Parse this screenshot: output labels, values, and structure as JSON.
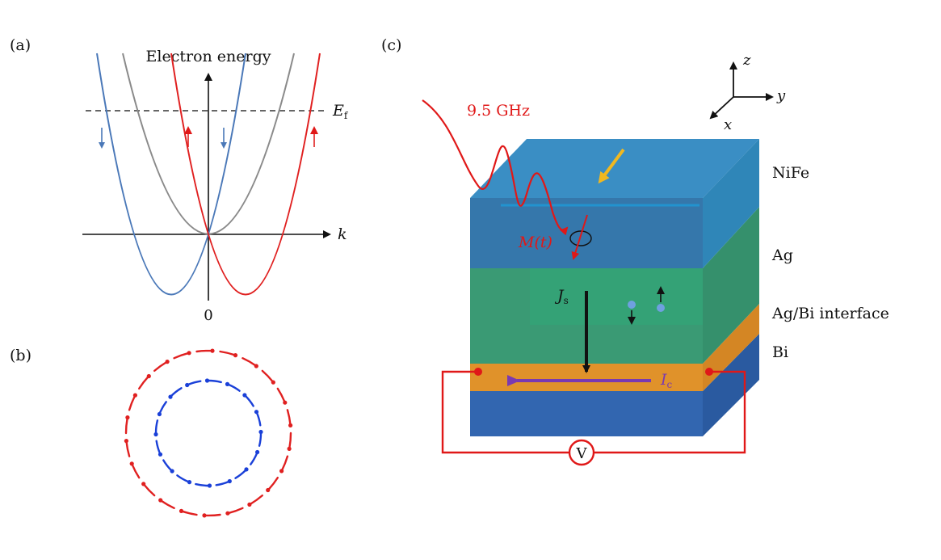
{
  "panel_a": {
    "label": "(a)",
    "y_axis_label": "Electron energy",
    "x_axis_label": "k",
    "fermi_level_label": "E",
    "fermi_level_sub": "f",
    "origin_label": "0",
    "colors": {
      "spin_down": "#4a78b8",
      "spin_up": "#e02020",
      "degenerate": "#8a8a8a",
      "fermi_line": "#333333"
    }
  },
  "panel_b": {
    "label": "(b)",
    "colors": {
      "outer_ring": "#e02020",
      "inner_ring": "#1a40d8"
    }
  },
  "panel_c": {
    "label": "(c)",
    "frequency_label": "9.5 GHz",
    "magnetization_label": "M(t)",
    "spin_current_label": "J",
    "spin_current_sub": "s",
    "charge_current_label": "I",
    "charge_current_sub": "c",
    "voltmeter_label": "V",
    "axes": {
      "z": "z",
      "y": "y",
      "x": "x"
    },
    "layers": [
      "NiFe",
      "Ag",
      "Ag/Bi interface",
      "Bi"
    ],
    "colors": {
      "nife": "#3a8ec4",
      "ag": "#3a9a74",
      "interface": "#e0922a",
      "bi": "#3266b0",
      "circuit": "#e01818",
      "charge_arrow": "#7a3ab0",
      "field_arrow": "#f0b820"
    }
  }
}
